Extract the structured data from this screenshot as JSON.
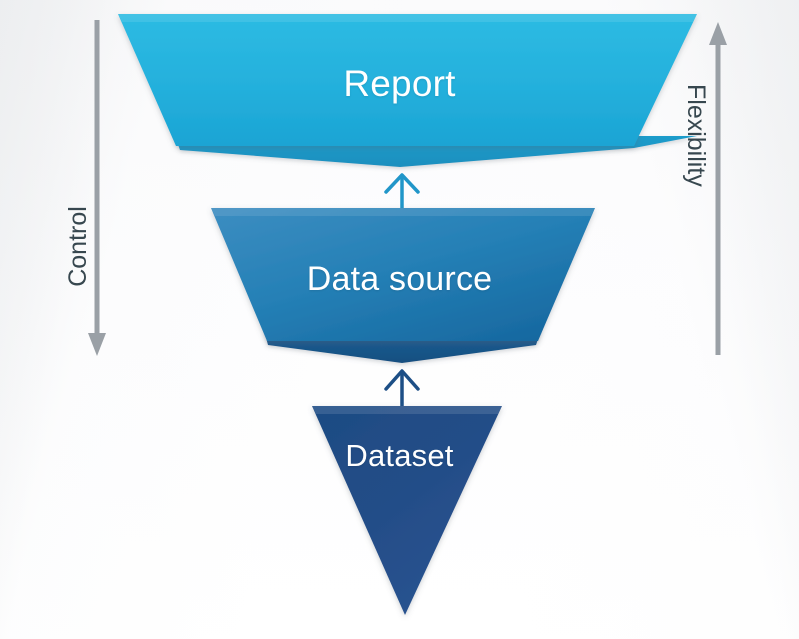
{
  "diagram": {
    "title": "Data hierarchy funnel",
    "type": "funnel",
    "background_color": "#fbfbfc",
    "stages": [
      {
        "id": "report",
        "label": "Report",
        "shape": "trapezoid",
        "level": 1,
        "fill_top": "#2ab7e0",
        "fill_bottom": "#1fa9d8",
        "fold_color": "#1f93c4",
        "text_color": "#ffffff"
      },
      {
        "id": "data-source",
        "label": "Data source",
        "shape": "trapezoid",
        "level": 2,
        "fill_top": "#2d87bd",
        "fill_bottom": "#1a6fae",
        "fold_color": "#17568f",
        "text_color": "#ffffff"
      },
      {
        "id": "dataset",
        "label": "Dataset",
        "shape": "inverted-triangle",
        "level": 3,
        "fill_top": "#1d4f86",
        "fill_bottom": "#274f8c",
        "fold_color": "#17406f",
        "text_color": "#ffffff"
      }
    ],
    "connectors": [
      {
        "id": "dataset-to-data-source",
        "from": "dataset",
        "to": "data-source",
        "direction": "up",
        "color": "#1d4f86"
      },
      {
        "id": "data-source-to-report",
        "from": "data-source",
        "to": "report",
        "direction": "up",
        "color": "#2196c9"
      }
    ],
    "axes": [
      {
        "id": "control",
        "label": "Control",
        "side": "left",
        "arrow_direction": "down",
        "color": "#9aa0a6",
        "label_color": "#37474f"
      },
      {
        "id": "flexibility",
        "label": "Flexibility",
        "side": "right",
        "arrow_direction": "up",
        "color": "#9aa0a6",
        "label_color": "#37474f"
      }
    ]
  }
}
